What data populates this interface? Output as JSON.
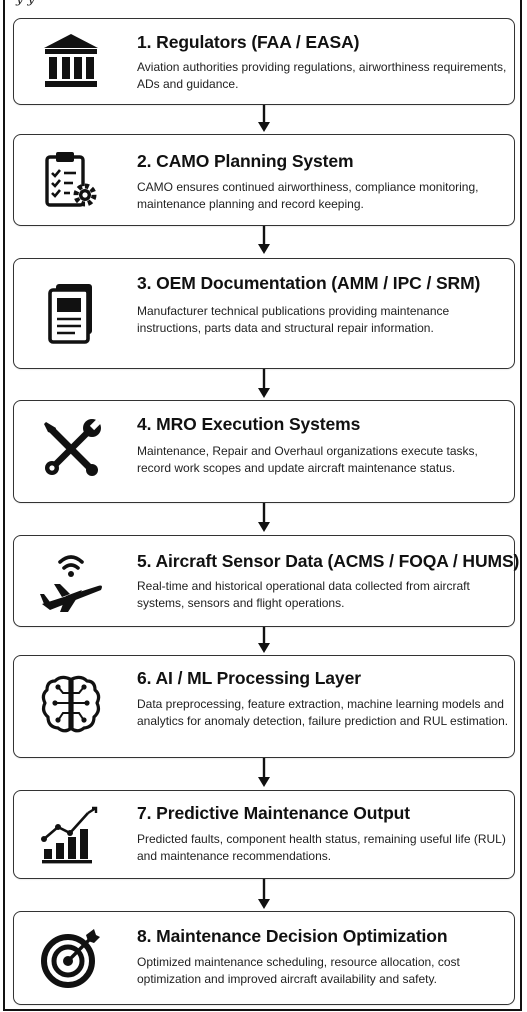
{
  "header_fragment": "y y",
  "steps": [
    {
      "title": "1. Regulators (FAA / EASA)",
      "desc": "Aviation authorities providing regulations, airworthiness requirements, ADs and guidance.",
      "icon": "building-columns-icon"
    },
    {
      "title": "2. CAMO Planning System",
      "desc": "CAMO ensures continued airworthiness, compliance monitoring, maintenance planning and record keeping.",
      "icon": "clipboard-checklist-gear-icon"
    },
    {
      "title": "3. OEM Documentation (AMM / IPC / SRM)",
      "desc": "Manufacturer technical publications providing maintenance instructions, parts data and structural repair information.",
      "icon": "document-manual-icon"
    },
    {
      "title": "4. MRO Execution Systems",
      "desc": "Maintenance, Repair and Overhaul organizations execute tasks, record work scopes and update aircraft maintenance status.",
      "icon": "wrench-screwdriver-icon"
    },
    {
      "title": "5. Aircraft Sensor Data (ACMS / FOQA / HUMS)",
      "desc": "Real-time and historical operational data collected from aircraft systems, sensors and flight operations.",
      "icon": "airplane-wifi-icon"
    },
    {
      "title": "6. AI / ML Processing Layer",
      "desc": "Data preprocessing, feature extraction, machine learning models and analytics for anomaly detection, failure prediction and RUL estimation.",
      "icon": "brain-circuit-icon"
    },
    {
      "title": "7. Predictive Maintenance Output",
      "desc": "Predicted faults, component health status, remaining useful life (RUL) and maintenance recommendations.",
      "icon": "rising-bar-chart-icon"
    },
    {
      "title": "8. Maintenance Decision Optimization",
      "desc": "Optimized maintenance scheduling, resource allocation, cost optimization and improved aircraft availability and safety.",
      "icon": "target-arrow-icon"
    }
  ]
}
